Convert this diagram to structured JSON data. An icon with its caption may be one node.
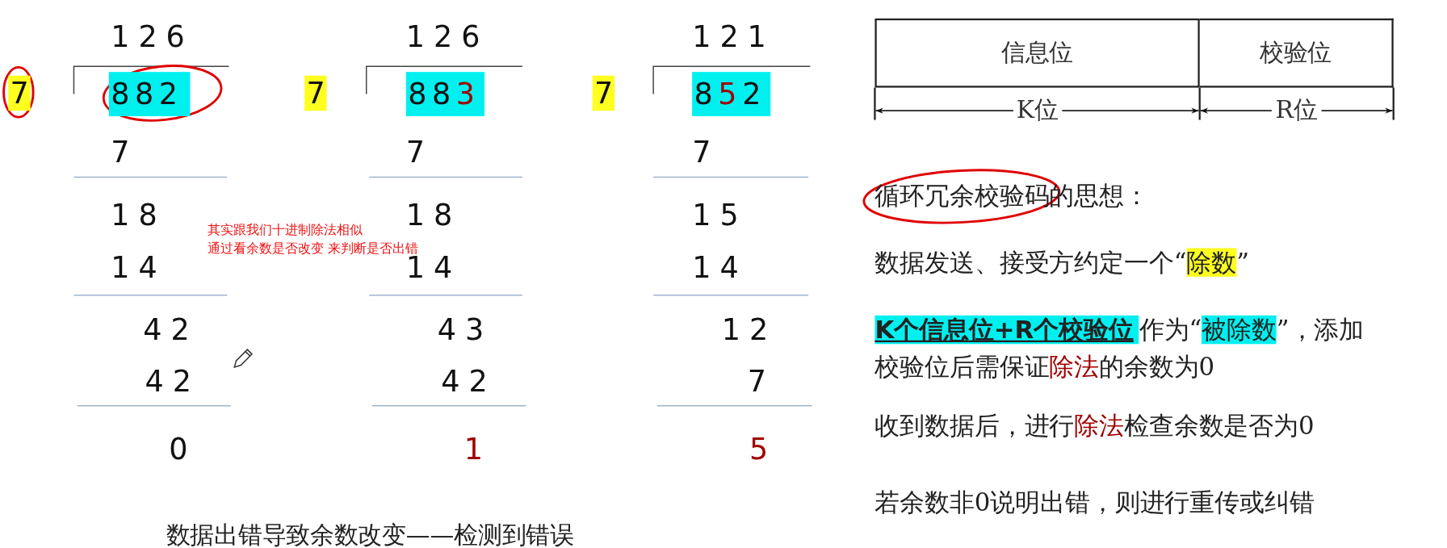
{
  "diagram": {
    "caption": "数据出错导致余数改变——检测到错误",
    "nodes": [
      {
        "text": [],
        "shape": "circle"
      },
      {
        "text": [],
        "shape": "circle"
      },
      {
        "text": [],
        "shape": "circle"
      }
    ],
    "labels": [
      "126",
      "7",
      "882",
      "7",
      "18",
      "14",
      "42",
      "42",
      "0",
      "126",
      "7",
      "88",
      "3",
      "7",
      "18",
      "14",
      "43",
      "42",
      "1",
      "121",
      "7",
      "8",
      "5",
      "2",
      "7",
      "15",
      "14",
      "12",
      "7",
      "5",
      "其实跟我们十进制除法相似",
      "通过看余数是否改变 来判断是否出错",
      "信息位",
      "校验位",
      "K位",
      "R位",
      "循环冗余校验码的思想：",
      "数据发送、接受方约定一个“",
      "除数",
      "”",
      "K个信息位+R个校验位",
      "作为“",
      "被除数",
      "”，添加校验位后需保证",
      "除法",
      "的余数为0",
      "收到数据后，进行",
      "除法",
      "检查余数是否为0",
      "若余数非0说明出错，则进行重传或纠错"
    ]
  }
}
